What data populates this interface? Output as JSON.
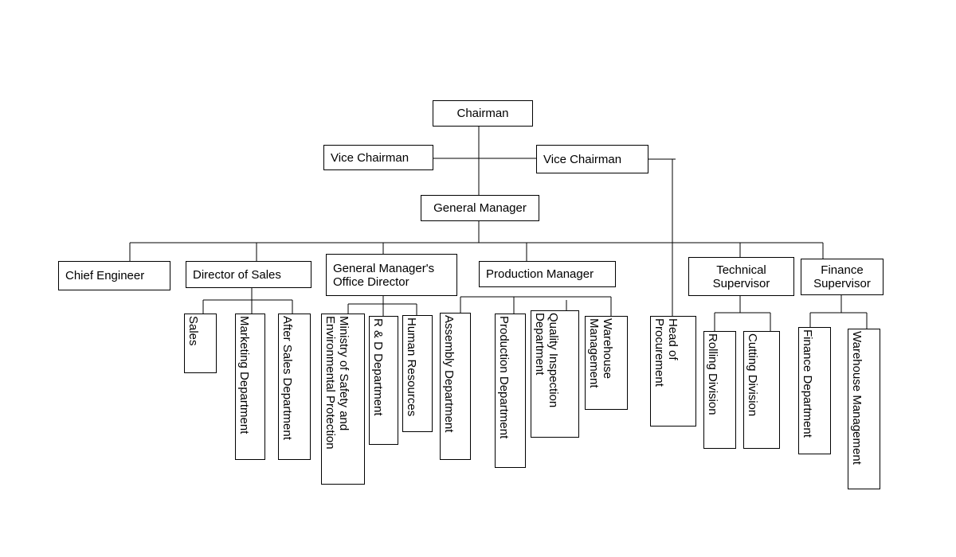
{
  "chart": {
    "root": "Chairman",
    "vice_left": "Vice Chairman",
    "vice_right": "Vice Chairman",
    "general_manager": "General Manager",
    "level2": {
      "chief_engineer": "Chief Engineer",
      "director_sales": "Director of Sales",
      "gm_office_director": "General Manager's\nOffice Director",
      "production_manager": "Production Manager",
      "technical_supervisor": "Technical\nSupervisor",
      "finance_supervisor": "Finance\nSupervisor"
    },
    "sales_units": [
      "Sales",
      "Marketing Department",
      "After Sales Department"
    ],
    "office_units": [
      "Ministry of Safety and\nEnvironmental Protection",
      "R & D Department",
      "Human Resources"
    ],
    "production_units": [
      "Assembly Department",
      "Production Department",
      "Quality Inspection\nDepartment",
      "Warehouse\nManagement"
    ],
    "procurement": "Head of\nProcurement",
    "technical_units": [
      "Rolling Division",
      "Cutting Division"
    ],
    "finance_units": [
      "Finance Department",
      "Warehouse Management"
    ]
  }
}
